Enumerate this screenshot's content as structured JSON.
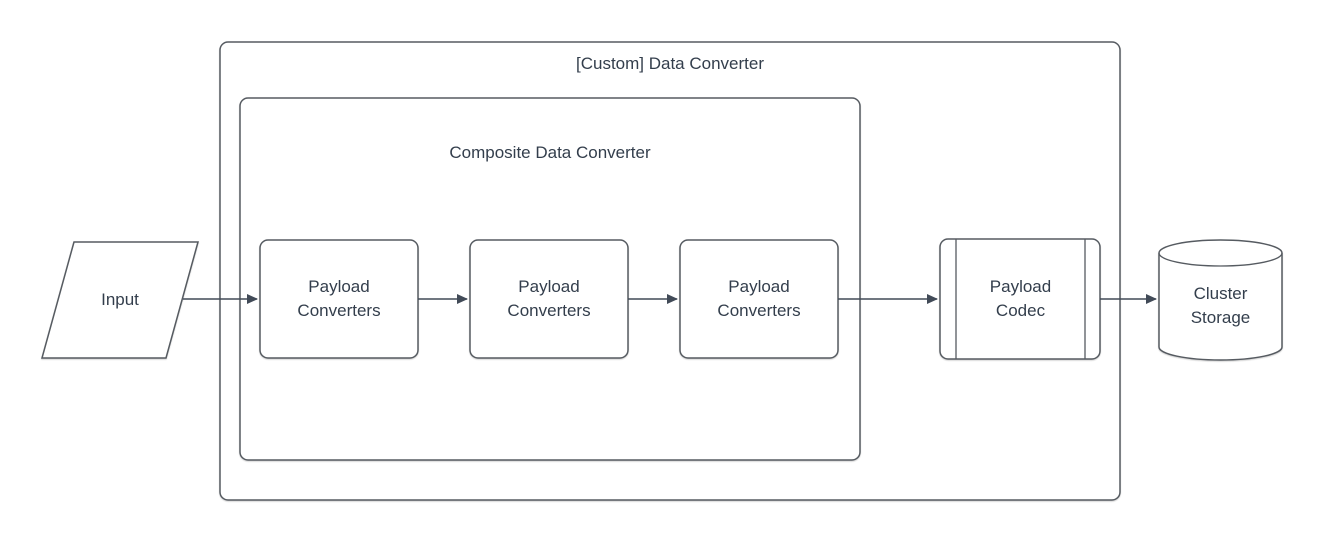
{
  "diagram": {
    "outer_container": {
      "label": "[Custom] Data Converter"
    },
    "inner_container": {
      "label": "Composite Data Converter"
    },
    "input": {
      "label": "Input"
    },
    "payload_converters": [
      {
        "label": "Payload Converters"
      },
      {
        "label": "Payload Converters"
      },
      {
        "label": "Payload Converters"
      }
    ],
    "payload_codec": {
      "label": "Payload Codec"
    },
    "cluster_storage": {
      "label": "Cluster Storage"
    },
    "colors": {
      "background": "#ffffff",
      "stroke": "#565b61",
      "arrow": "#414a57",
      "text": "#333e4c"
    }
  }
}
